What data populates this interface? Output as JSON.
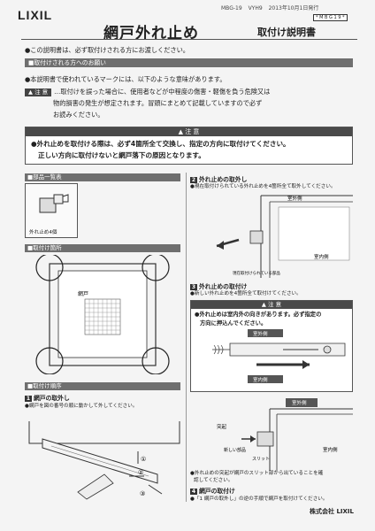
{
  "header": {
    "logo": "LIXIL",
    "doc_code": "MBG-19",
    "item_code": "VYH9",
    "date": "2013年10月1日発行",
    "label_code": "* M B G 1 9 *",
    "title": "網戸外れ止め",
    "subtitle": "取付け説明書"
  },
  "intro": {
    "line1": "●この説明書は、必ず取付けされる方にお渡しください。",
    "request_bar": "■取付けされる方へのお願い",
    "line2": "●本説明書で使われているマークには、以下のような意味があります。",
    "warn_tag": "注 意",
    "warn_text_1": "…取付けを誤った場合に、使用者などが中程度の傷害・軽傷を負う危険又は",
    "warn_text_2": "物的損害の発生が想定されます。冒頭にまとめて記載していますので必ず",
    "warn_text_3": "お読みください。"
  },
  "caution_box": {
    "head": "注 意",
    "line1": "●外れ止めを取付ける際は、必ず4箇所全て交換し、指定の方向に取付けてください。",
    "line2": "正しい方向に取付けないと網戸落下の原因となります。"
  },
  "left": {
    "parts_title": "■部品一覧表",
    "parts_label": "外れ止め4個",
    "location_title": "■取付け箇所",
    "location_label": "網戸",
    "order_title": "■取付け順序",
    "step1_num": "1",
    "step1_title": "網戸の取外し",
    "step1_text": "●網戸を図の番号の順に動かして外してください。",
    "step1_markers": [
      "①",
      "②",
      "③"
    ]
  },
  "right": {
    "step2_num": "2",
    "step2_title": "外れ止めの取外し",
    "step2_text": "●現在取付けられている外れ止めを4箇所全て取外してください。",
    "outside_label": "室外側",
    "inside_label": "室内側",
    "existing_part_label": "現在取付けられている部品",
    "step3_num": "3",
    "step3_title": "外れ止めの取付け",
    "step3_text": "●新しい外れ止めを4箇所全て取付けてください。",
    "caution_head": "注 意",
    "caution_line1": "●外れ止めは室内外の向きがあります。必ず指定の",
    "caution_line2": "方向に押込んでください。",
    "caution_outside": "室外側",
    "caution_inside": "室内側",
    "detail_outside": "室外側",
    "detail_inside": "室内側",
    "protrusion_label": "突起",
    "new_part_label": "新しい部品",
    "slit_label": "スリット",
    "check_line1": "●外れ止めの突起が網戸のスリット部から出ていることを確",
    "check_line2": "認してください。",
    "step4_num": "4",
    "step4_title": "網戸の取付け",
    "step4_text": "●「1 網戸の取外し」の逆の手順で網戸を取付けてください。"
  },
  "footer": {
    "company": "株式会社 LIXIL"
  }
}
